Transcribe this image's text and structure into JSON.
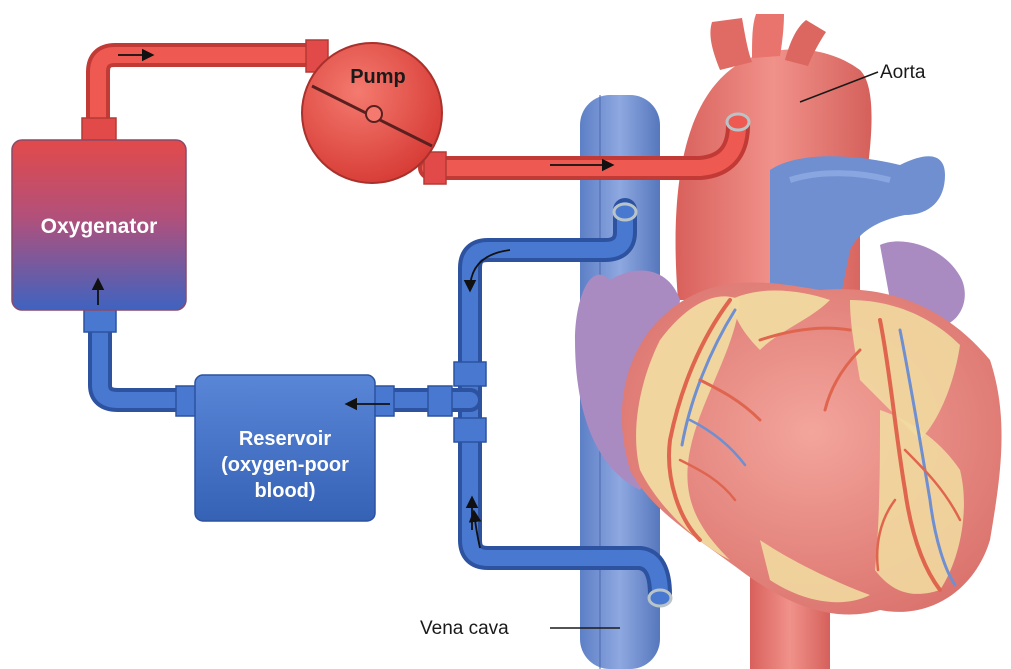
{
  "labels": {
    "pump": "Pump",
    "oxygenator": "Oxygenator",
    "reservoir_line1": "Reservoir",
    "reservoir_line2": "(oxygen-poor",
    "reservoir_line3": "blood)",
    "aorta": "Aorta",
    "vena_cava": "Vena cava"
  },
  "colors": {
    "oxygen_rich": "#e8453c",
    "oxygen_poor": "#3f6fc4",
    "heart_tissue": "#e8877f",
    "heart_fat": "#f1d9a0",
    "atrium": "#a98bc2",
    "vein_blue": "#6f8fd0"
  },
  "icons": {
    "flow_direction": "arrow-icon"
  }
}
